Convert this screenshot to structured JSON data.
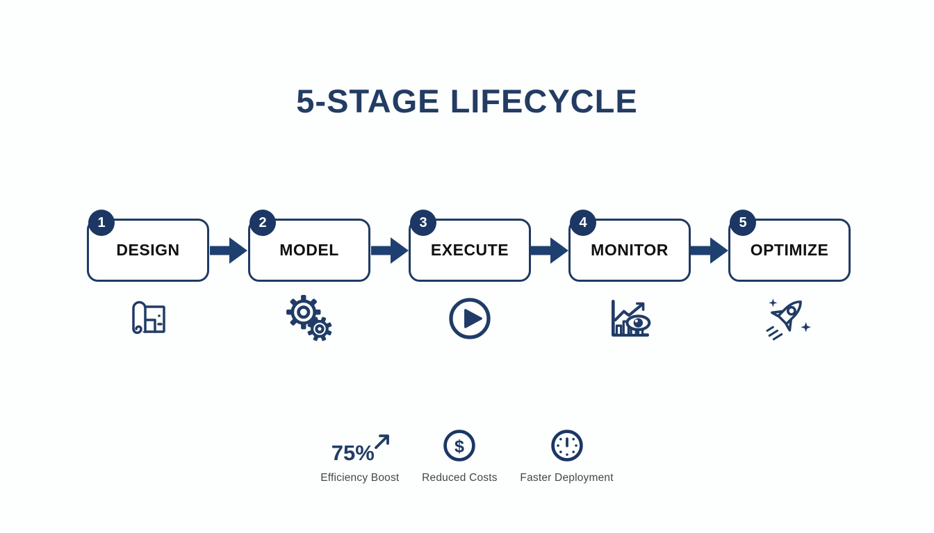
{
  "title": "5-STAGE LIFECYCLE",
  "theme": {
    "navy": "#203c66",
    "badge_navy": "#1c3763",
    "box_border_navy": "#1e3a63",
    "arrow_navy": "#1e4070",
    "title_navy": "#233c63",
    "stage_text": "#101010",
    "stat_label_gray": "#434649",
    "background": "#fdfefe",
    "box_fill": "#ffffff"
  },
  "stages": [
    {
      "number": "1",
      "label": "DESIGN",
      "icon": "blueprint-icon"
    },
    {
      "number": "2",
      "label": "MODEL",
      "icon": "gears-icon"
    },
    {
      "number": "3",
      "label": "EXECUTE",
      "icon": "play-icon"
    },
    {
      "number": "4",
      "label": "MONITOR",
      "icon": "chart-eye-icon"
    },
    {
      "number": "5",
      "label": "OPTIMIZE",
      "icon": "rocket-icon"
    }
  ],
  "stats": [
    {
      "value": "75%",
      "label": "Efficiency Boost",
      "icon": "arrow-up-right-icon"
    },
    {
      "value": "",
      "label": "Reduced Costs",
      "icon": "dollar-circle-icon"
    },
    {
      "value": "",
      "label": "Faster Deployment",
      "icon": "clock-icon"
    }
  ]
}
